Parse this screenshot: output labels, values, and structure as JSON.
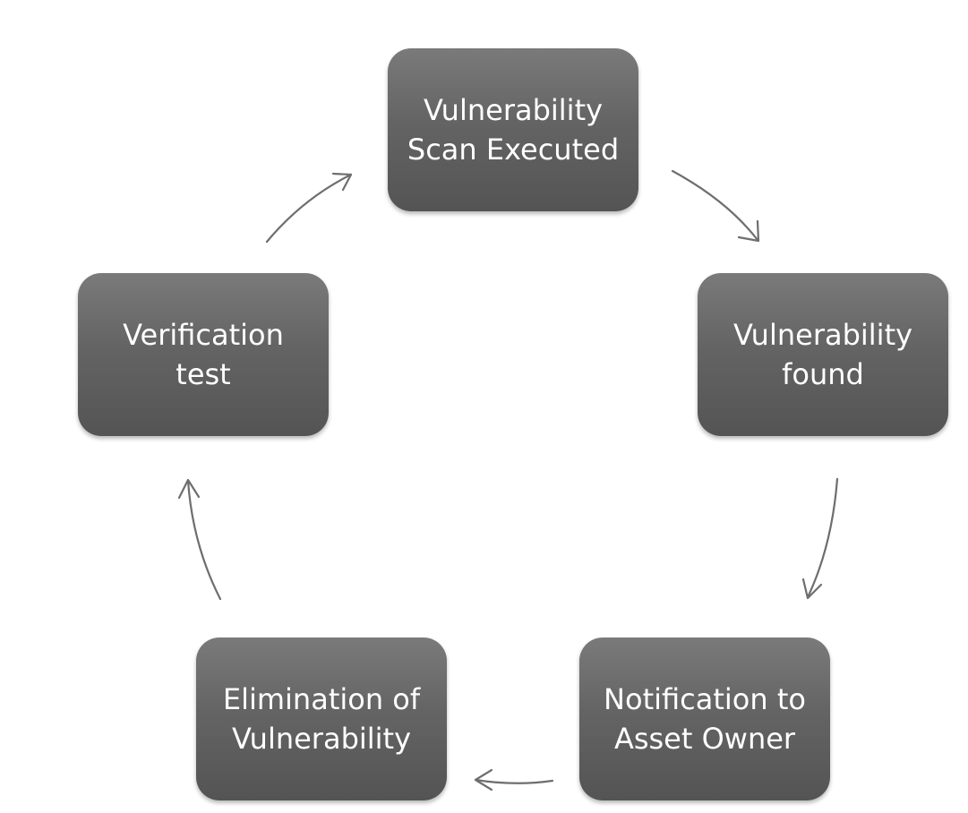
{
  "diagram": {
    "nodes": [
      {
        "id": "scan",
        "label": "Vulnerability\nScan Executed"
      },
      {
        "id": "found",
        "label": "Vulnerability\nfound"
      },
      {
        "id": "notify",
        "label": "Notification to\nAsset Owner"
      },
      {
        "id": "elim",
        "label": "Elimination of\nVulnerability"
      },
      {
        "id": "verify",
        "label": "Verification\ntest"
      }
    ],
    "edges": [
      {
        "from": "scan",
        "to": "found"
      },
      {
        "from": "found",
        "to": "notify"
      },
      {
        "from": "notify",
        "to": "elim"
      },
      {
        "from": "elim",
        "to": "verify"
      },
      {
        "from": "verify",
        "to": "scan"
      }
    ],
    "colors": {
      "node_fill": "#646464",
      "node_text": "#ffffff",
      "arrow": "#6e6e6e"
    }
  }
}
